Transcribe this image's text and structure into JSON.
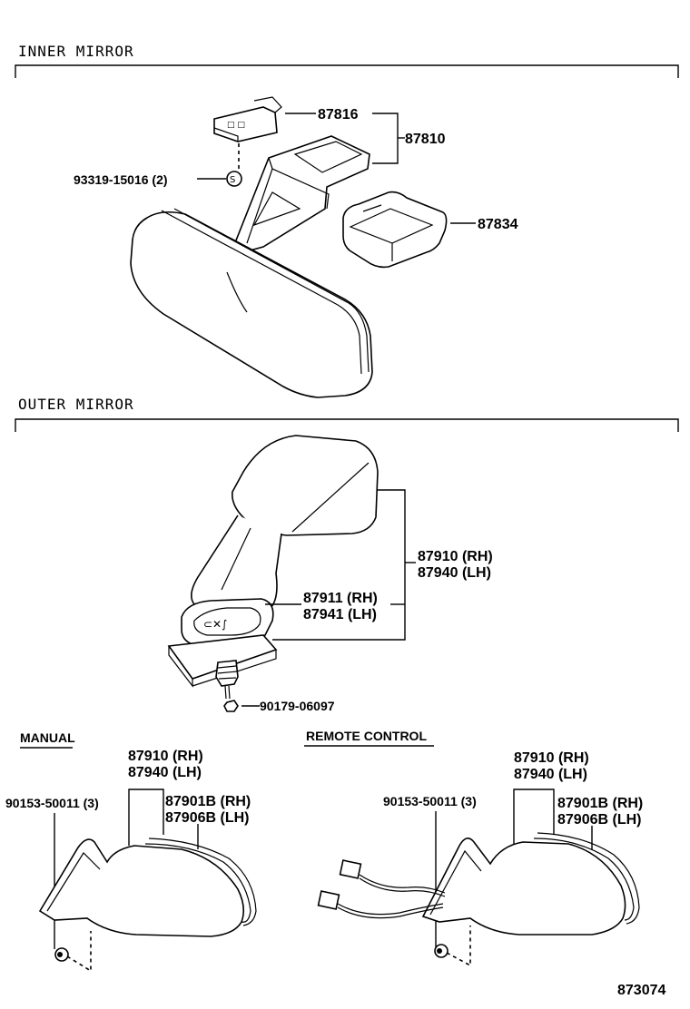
{
  "sections": {
    "inner_title": "INNER MIRROR",
    "outer_title": "OUTER MIRROR",
    "manual_title": "MANUAL",
    "remote_title": "REMOTE CONTROL"
  },
  "inner": {
    "p87816": "87816",
    "p87810": "87810",
    "p93319": "93319-15016 (2)",
    "p87834": "87834"
  },
  "outer": {
    "p87910": "87910 (RH)",
    "p87940": "87940 (LH)",
    "p87911": "87911 (RH)",
    "p87941": "87941 (LH)",
    "p90179": "90179-06097"
  },
  "manual": {
    "p87910": "87910 (RH)",
    "p87940": "87940 (LH)",
    "p90153": "90153-50011 (3)",
    "p87901b": "87901B (RH)",
    "p87906b": "87906B (LH)"
  },
  "remote": {
    "p87910": "87910 (RH)",
    "p87940": "87940 (LH)",
    "p90153": "90153-50011 (3)",
    "p87901b": "87901B (RH)",
    "p87906b": "87906B (LH)"
  },
  "figure_number": "873074"
}
